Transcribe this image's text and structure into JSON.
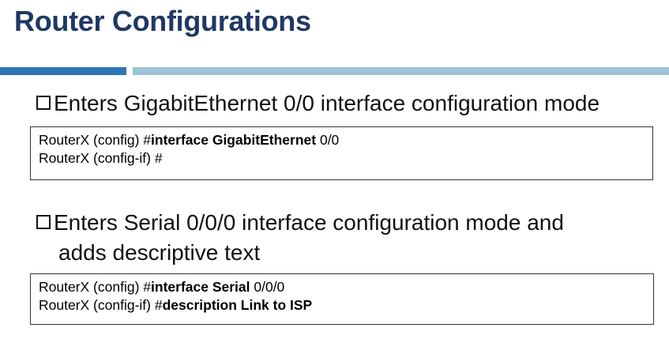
{
  "slide": {
    "title": "Router Configurations",
    "colors": {
      "title": "#1f3864",
      "bar_dark": "#2e75b6",
      "bar_light": "#9dc3d4"
    }
  },
  "bullets": [
    {
      "icon": "checkbox-bullet-icon",
      "text_line1": "Enters GigabitEthernet 0/0 interface configuration mode",
      "commands": [
        {
          "prompt": "RouterX (config) #",
          "bold": "interface GigabitEthernet",
          "rest": " 0/0"
        },
        {
          "prompt": "RouterX (config-if) #",
          "bold": "",
          "rest": ""
        }
      ]
    },
    {
      "icon": "checkbox-bullet-icon",
      "text_line1": "Enters Serial 0/0/0 interface configuration mode and",
      "text_line2": "adds descriptive text",
      "commands": [
        {
          "prompt": "RouterX (config) #",
          "bold": "interface Serial",
          "rest": " 0/0/0"
        },
        {
          "prompt": "RouterX (config-if) #",
          "bold": "description Link to ISP",
          "rest": ""
        }
      ]
    }
  ]
}
